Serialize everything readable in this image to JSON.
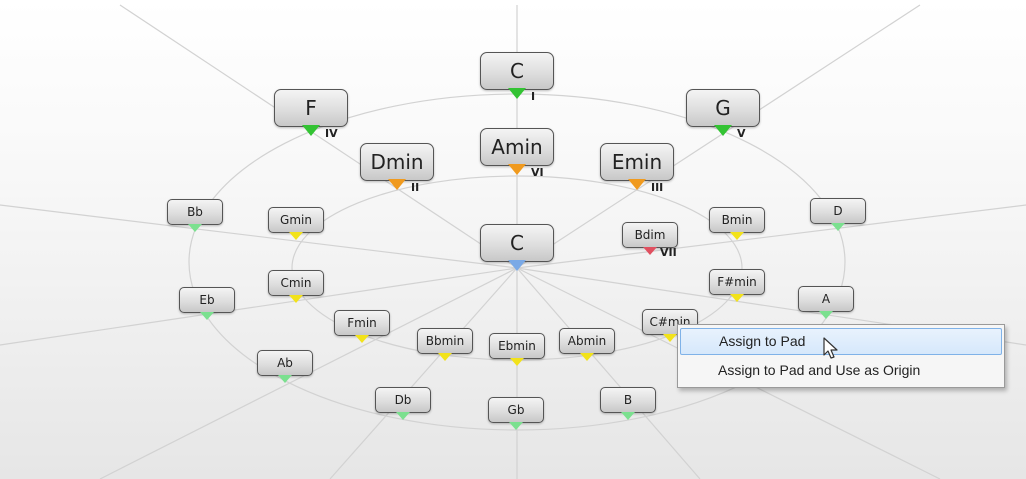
{
  "chords": [
    {
      "id": "c-top",
      "label": "C",
      "size": "large",
      "color": "green",
      "roman": "I"
    },
    {
      "id": "f",
      "label": "F",
      "size": "large",
      "color": "green",
      "roman": "IV"
    },
    {
      "id": "g",
      "label": "G",
      "size": "large",
      "color": "green",
      "roman": "V"
    },
    {
      "id": "dmin",
      "label": "Dmin",
      "size": "large",
      "color": "orange",
      "roman": "II"
    },
    {
      "id": "amin",
      "label": "Amin",
      "size": "large",
      "color": "orange",
      "roman": "VI"
    },
    {
      "id": "emin",
      "label": "Emin",
      "size": "large",
      "color": "orange",
      "roman": "III"
    },
    {
      "id": "c-center",
      "label": "C",
      "size": "large",
      "color": "blue",
      "roman": ""
    },
    {
      "id": "bb",
      "label": "Bb",
      "size": "small",
      "color": "mint",
      "roman": ""
    },
    {
      "id": "gmin",
      "label": "Gmin",
      "size": "small",
      "color": "yellow",
      "roman": ""
    },
    {
      "id": "bdim",
      "label": "Bdim",
      "size": "small",
      "color": "red",
      "roman": "VII"
    },
    {
      "id": "bmin",
      "label": "Bmin",
      "size": "small",
      "color": "yellow",
      "roman": ""
    },
    {
      "id": "d",
      "label": "D",
      "size": "small",
      "color": "mint",
      "roman": ""
    },
    {
      "id": "eb",
      "label": "Eb",
      "size": "small",
      "color": "mint",
      "roman": ""
    },
    {
      "id": "cmin",
      "label": "Cmin",
      "size": "small",
      "color": "yellow",
      "roman": ""
    },
    {
      "id": "fsharpmin",
      "label": "F#min",
      "size": "small",
      "color": "yellow",
      "roman": ""
    },
    {
      "id": "a",
      "label": "A",
      "size": "small",
      "color": "mint",
      "roman": ""
    },
    {
      "id": "fmin",
      "label": "Fmin",
      "size": "small",
      "color": "yellow",
      "roman": ""
    },
    {
      "id": "bbmin",
      "label": "Bbmin",
      "size": "small",
      "color": "yellow",
      "roman": ""
    },
    {
      "id": "ebmin",
      "label": "Ebmin",
      "size": "small",
      "color": "yellow",
      "roman": ""
    },
    {
      "id": "abmin",
      "label": "Abmin",
      "size": "small",
      "color": "yellow",
      "roman": ""
    },
    {
      "id": "csharpmin",
      "label": "C#min",
      "size": "small",
      "color": "yellow",
      "roman": ""
    },
    {
      "id": "ab",
      "label": "Ab",
      "size": "small",
      "color": "mint",
      "roman": ""
    },
    {
      "id": "db",
      "label": "Db",
      "size": "small",
      "color": "mint",
      "roman": ""
    },
    {
      "id": "gb",
      "label": "Gb",
      "size": "small",
      "color": "mint",
      "roman": ""
    },
    {
      "id": "b",
      "label": "B",
      "size": "small",
      "color": "mint",
      "roman": ""
    }
  ],
  "context_menu": {
    "items": [
      "Assign to Pad",
      "Assign to Pad and Use as Origin"
    ],
    "highlighted_index": 0
  },
  "colors": {
    "green": "#33c333",
    "orange": "#f09a1e",
    "yellow": "#f2e21a",
    "blue": "#7aa9e6",
    "red": "#e05060",
    "mint": "#7be08f",
    "menu_highlight": "#d6e8fb"
  }
}
